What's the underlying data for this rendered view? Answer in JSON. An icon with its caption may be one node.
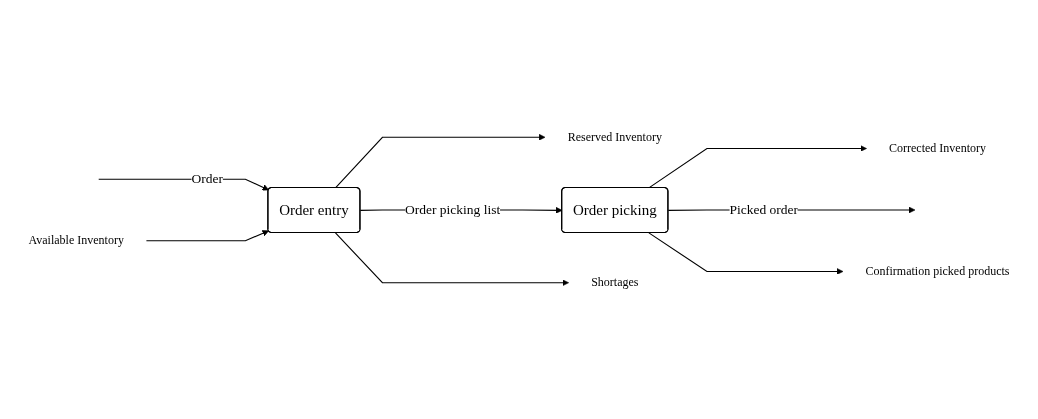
{
  "diagram": {
    "nodes": [
      {
        "text": [
          "Available Inventory"
        ]
      },
      {
        "text": [
          "Reserved Inventory"
        ]
      },
      {
        "text": [
          "Corrected Inventory"
        ]
      },
      {
        "text": [
          "Order entry"
        ]
      },
      {
        "text": [
          "Order picking"
        ]
      },
      {
        "text": [
          "Shortages"
        ]
      },
      {
        "text": [
          "Confirmation picked products"
        ]
      }
    ],
    "edges": [
      {
        "from": null,
        "to": 3,
        "arrow": "to",
        "label": "Order"
      },
      {
        "from": 0,
        "to": 3,
        "arrow": "to"
      },
      {
        "from": 3,
        "to": 1,
        "arrow": "to"
      },
      {
        "from": 3,
        "to": 4,
        "arrow": "to",
        "label": "Order picking list"
      },
      {
        "from": 4,
        "to": 2,
        "arrow": "to"
      },
      {
        "from": 4,
        "to": null,
        "arrow": "to",
        "label": "Picked order"
      },
      {
        "from": 3,
        "to": 5,
        "arrow": "to"
      },
      {
        "from": 4,
        "to": 6,
        "arrow": "to"
      }
    ]
  }
}
